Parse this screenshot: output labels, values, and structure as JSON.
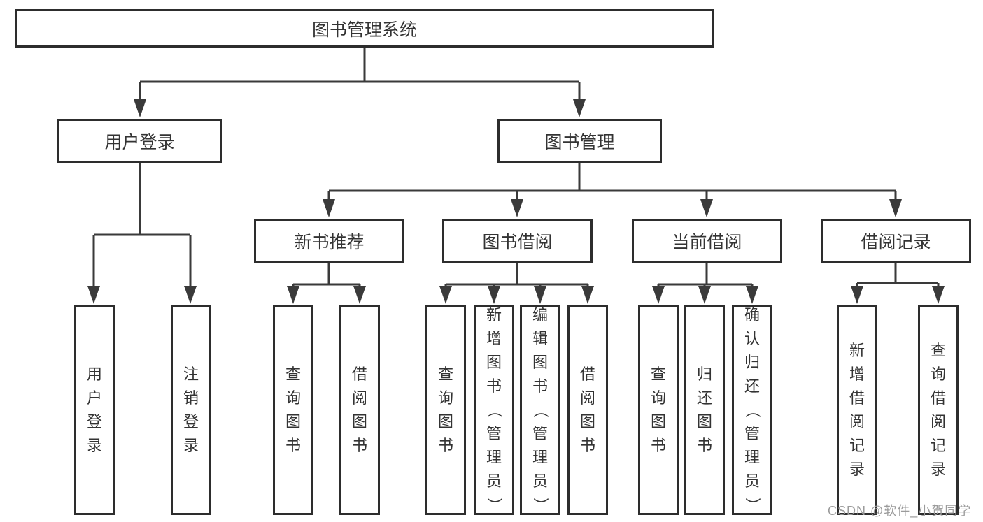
{
  "root": {
    "label": "图书管理系统"
  },
  "level2": {
    "user_login": "用户登录",
    "book_mgmt": "图书管理"
  },
  "level3": {
    "new_book": "新书推荐",
    "book_borrow": "图书借阅",
    "current_borrow": "当前借阅",
    "borrow_record": "借阅记录"
  },
  "leaves": {
    "user": [
      "用户登录",
      "注销登录"
    ],
    "new_book": [
      "查询图书",
      "借阅图书"
    ],
    "book_borrow": [
      "查询图书",
      "新增图书（管理员）",
      "编辑图书（管理员）",
      "借阅图书"
    ],
    "current_borrow": [
      "查询图书",
      "归还图书",
      "确认归还（管理员）"
    ],
    "borrow_record": [
      "新增借阅记录",
      "查询借阅记录"
    ]
  },
  "watermark": "CSDN @软件_小贺同学",
  "colors": {
    "line": "#3a3a3a",
    "border": "#2d2d2d",
    "text": "#333333",
    "watermark": "#9b9b9b",
    "background": "#ffffff"
  }
}
